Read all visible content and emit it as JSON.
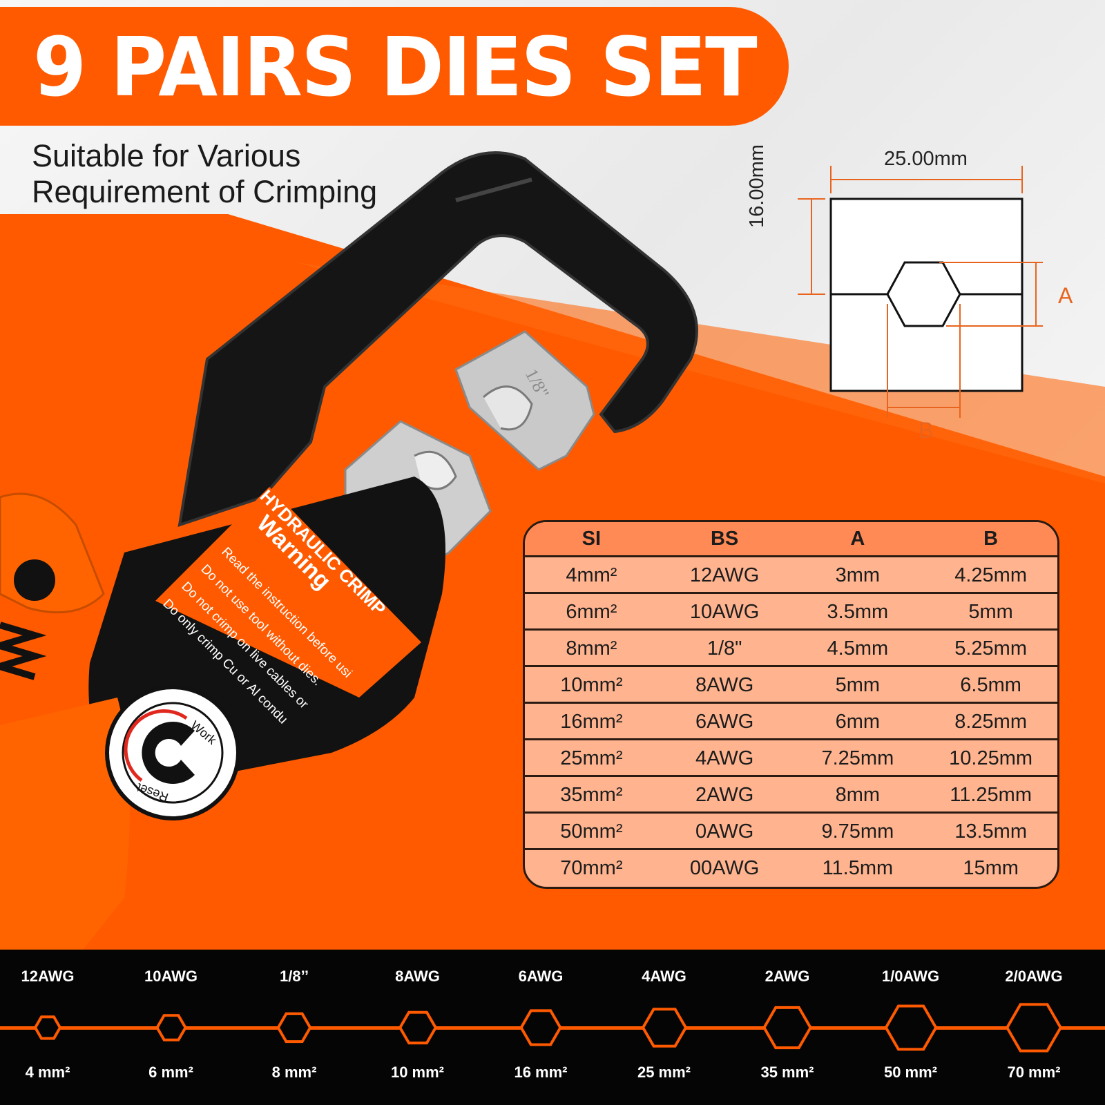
{
  "banner": {
    "title": "9 PAIRS DIES SET"
  },
  "subtitle": {
    "line1": "Suitable for Various",
    "line2": "Requirement of Crimping"
  },
  "diagram": {
    "width_label": "25.00mm",
    "height_label": "16.00mm",
    "a_label": "A",
    "b_label": "B"
  },
  "tool": {
    "die_marking": "1/8\"",
    "sticker_title": "HYDRAULIC CRIMP",
    "warning_title": "Warning",
    "warning_lines": [
      "Read the instruction before usi",
      "Do not use tool without dies.",
      "Do not crimp on live cables or",
      "Do only crimp Cu or Al condu"
    ],
    "dial_work": "Work",
    "dial_reset": "Reset"
  },
  "spec_table": {
    "headers": [
      "SI",
      "BS",
      "A",
      "B"
    ],
    "rows": [
      [
        "4mm²",
        "12AWG",
        "3mm",
        "4.25mm"
      ],
      [
        "6mm²",
        "10AWG",
        "3.5mm",
        "5mm"
      ],
      [
        "8mm²",
        "1/8\"",
        "4.5mm",
        "5.25mm"
      ],
      [
        "10mm²",
        "8AWG",
        "5mm",
        "6.5mm"
      ],
      [
        "16mm²",
        "6AWG",
        "6mm",
        "8.25mm"
      ],
      [
        "25mm²",
        "4AWG",
        "7.25mm",
        "10.25mm"
      ],
      [
        "35mm²",
        "2AWG",
        "8mm",
        "11.25mm"
      ],
      [
        "50mm²",
        "0AWG",
        "9.75mm",
        "13.5mm"
      ],
      [
        "70mm²",
        "00AWG",
        "11.5mm",
        "15mm"
      ]
    ]
  },
  "dies": [
    {
      "awg": "12AWG",
      "mm": "4 mm²"
    },
    {
      "awg": "10AWG",
      "mm": "6 mm²"
    },
    {
      "awg": "1/8’’",
      "mm": "8 mm²"
    },
    {
      "awg": "8AWG",
      "mm": "10 mm²"
    },
    {
      "awg": "6AWG",
      "mm": "16 mm²"
    },
    {
      "awg": "4AWG",
      "mm": "25 mm²"
    },
    {
      "awg": "2AWG",
      "mm": "35 mm²"
    },
    {
      "awg": "1/0AWG",
      "mm": "50 mm²"
    },
    {
      "awg": "2/0AWG",
      "mm": "70 mm²"
    }
  ],
  "colors": {
    "accent": "#ff5a00",
    "tool_body": "#1a1a1a",
    "table_fill": "#ffb48f",
    "strip": "#050505"
  }
}
